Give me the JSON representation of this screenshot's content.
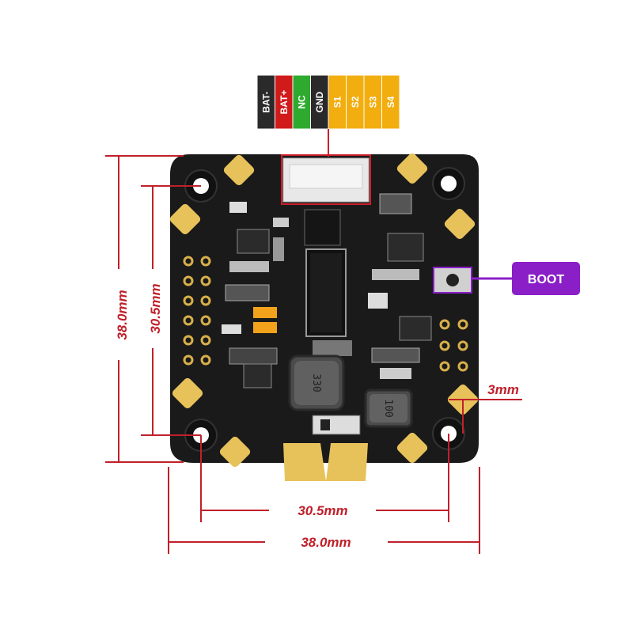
{
  "connector": {
    "pins": [
      {
        "label": "BAT-",
        "color": "#2a2a2a",
        "text_color": "#ffffff"
      },
      {
        "label": "BAT+",
        "color": "#d11a1a",
        "text_color": "#ffffff"
      },
      {
        "label": "NC",
        "color": "#2eaa2e",
        "text_color": "#ffffff"
      },
      {
        "label": "GND",
        "color": "#2a2a2a",
        "text_color": "#ffffff"
      },
      {
        "label": "S1",
        "color": "#f2ad0f",
        "text_color": "#ffffff"
      },
      {
        "label": "S2",
        "color": "#f2ad0f",
        "text_color": "#ffffff"
      },
      {
        "label": "S3",
        "color": "#f2ad0f",
        "text_color": "#ffffff"
      },
      {
        "label": "S4",
        "color": "#f2ad0f",
        "text_color": "#ffffff"
      }
    ]
  },
  "boot_label": "BOOT",
  "dimensions": {
    "outer_height": "38.0mm",
    "mount_height": "30.5mm",
    "hole_offset": "3mm",
    "mount_width": "30.5mm",
    "outer_width": "38.0mm"
  },
  "components": {
    "inductor_large": "330",
    "inductor_small": "100"
  },
  "colors": {
    "dimension_line": "#c0202a",
    "boot_purple": "#8a1fc7",
    "pcb": "#1a1a1a",
    "gold": "#e7c25a"
  }
}
